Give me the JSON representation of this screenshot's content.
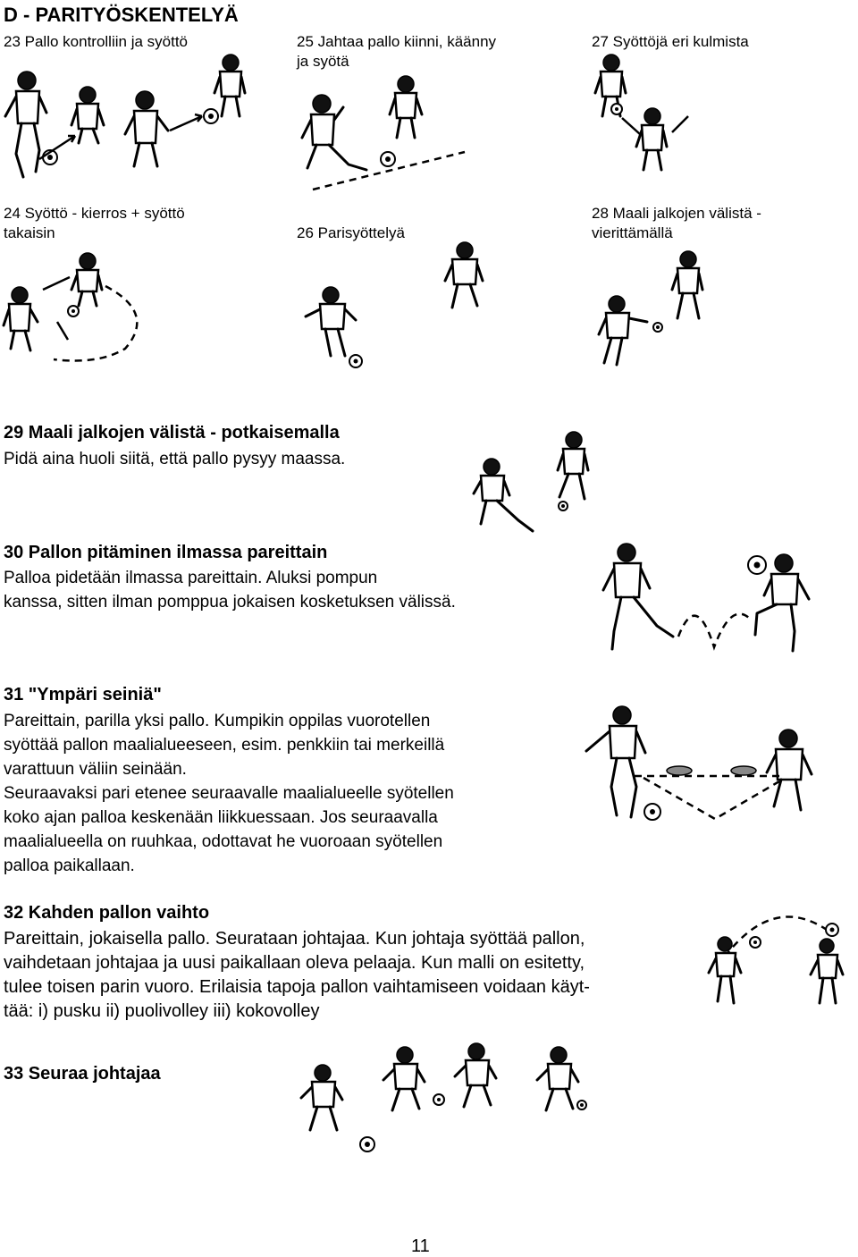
{
  "page": {
    "heading": "D - PARITYÖSKENTELYÄ",
    "page_number": "11"
  },
  "exercises": {
    "e23": {
      "title": "23 Pallo kontrolliin ja syöttö"
    },
    "e25": {
      "title_line1": "25 Jahtaa pallo kiinni, käänny",
      "title_line2": "ja syötä"
    },
    "e27": {
      "title": "27 Syöttöjä eri kulmista"
    },
    "e24": {
      "title_line1": "24 Syöttö - kierros + syöttö",
      "title_line2": "takaisin"
    },
    "e26": {
      "title": "26 Parisyöttelyä"
    },
    "e28": {
      "title_line1": "28 Maali jalkojen välistä -",
      "title_line2": "vierittämällä"
    },
    "e29": {
      "title": "29 Maali jalkojen välistä - potkaisemalla",
      "text": "Pidä aina huoli siitä, että pallo pysyy maassa."
    },
    "e30": {
      "title": "30 Pallon pitäminen ilmassa pareittain",
      "line1": "Palloa pidetään ilmassa pareittain. Aluksi pompun",
      "line2": "kanssa, sitten ilman pomppua jokaisen kosketuksen välissä."
    },
    "e31": {
      "title": "31 \"Ympäri seiniä\"",
      "lines": [
        "Pareittain, parilla yksi pallo. Kumpikin oppilas vuorotellen",
        "syöttää pallon maalialueeseen, esim. penkkiin tai merkeillä",
        "varattuun väliin seinään.",
        "Seuraavaksi pari etenee seuraavalle maalialueelle syötellen",
        "koko ajan palloa keskenään liikkuessaan. Jos seuraavalla",
        "maalialueella on ruuhkaa, odottavat he vuoroaan syötellen",
        "palloa paikallaan."
      ]
    },
    "e32": {
      "title": "32 Kahden pallon vaihto",
      "lines": [
        "Pareittain, jokaisella pallo. Seurataan johtajaa. Kun johtaja syöttää pallon,",
        "vaihdetaan johtajaa ja uusi paikallaan oleva pelaaja. Kun malli on esitetty,",
        "tulee toisen parin vuoro. Erilaisia tapoja pallon vaihtamiseen voidaan käyt-",
        "tää: i) pusku ii) puolivolley iii) kokovolley"
      ]
    },
    "e33": {
      "title": "33 Seuraa johtajaa"
    }
  }
}
